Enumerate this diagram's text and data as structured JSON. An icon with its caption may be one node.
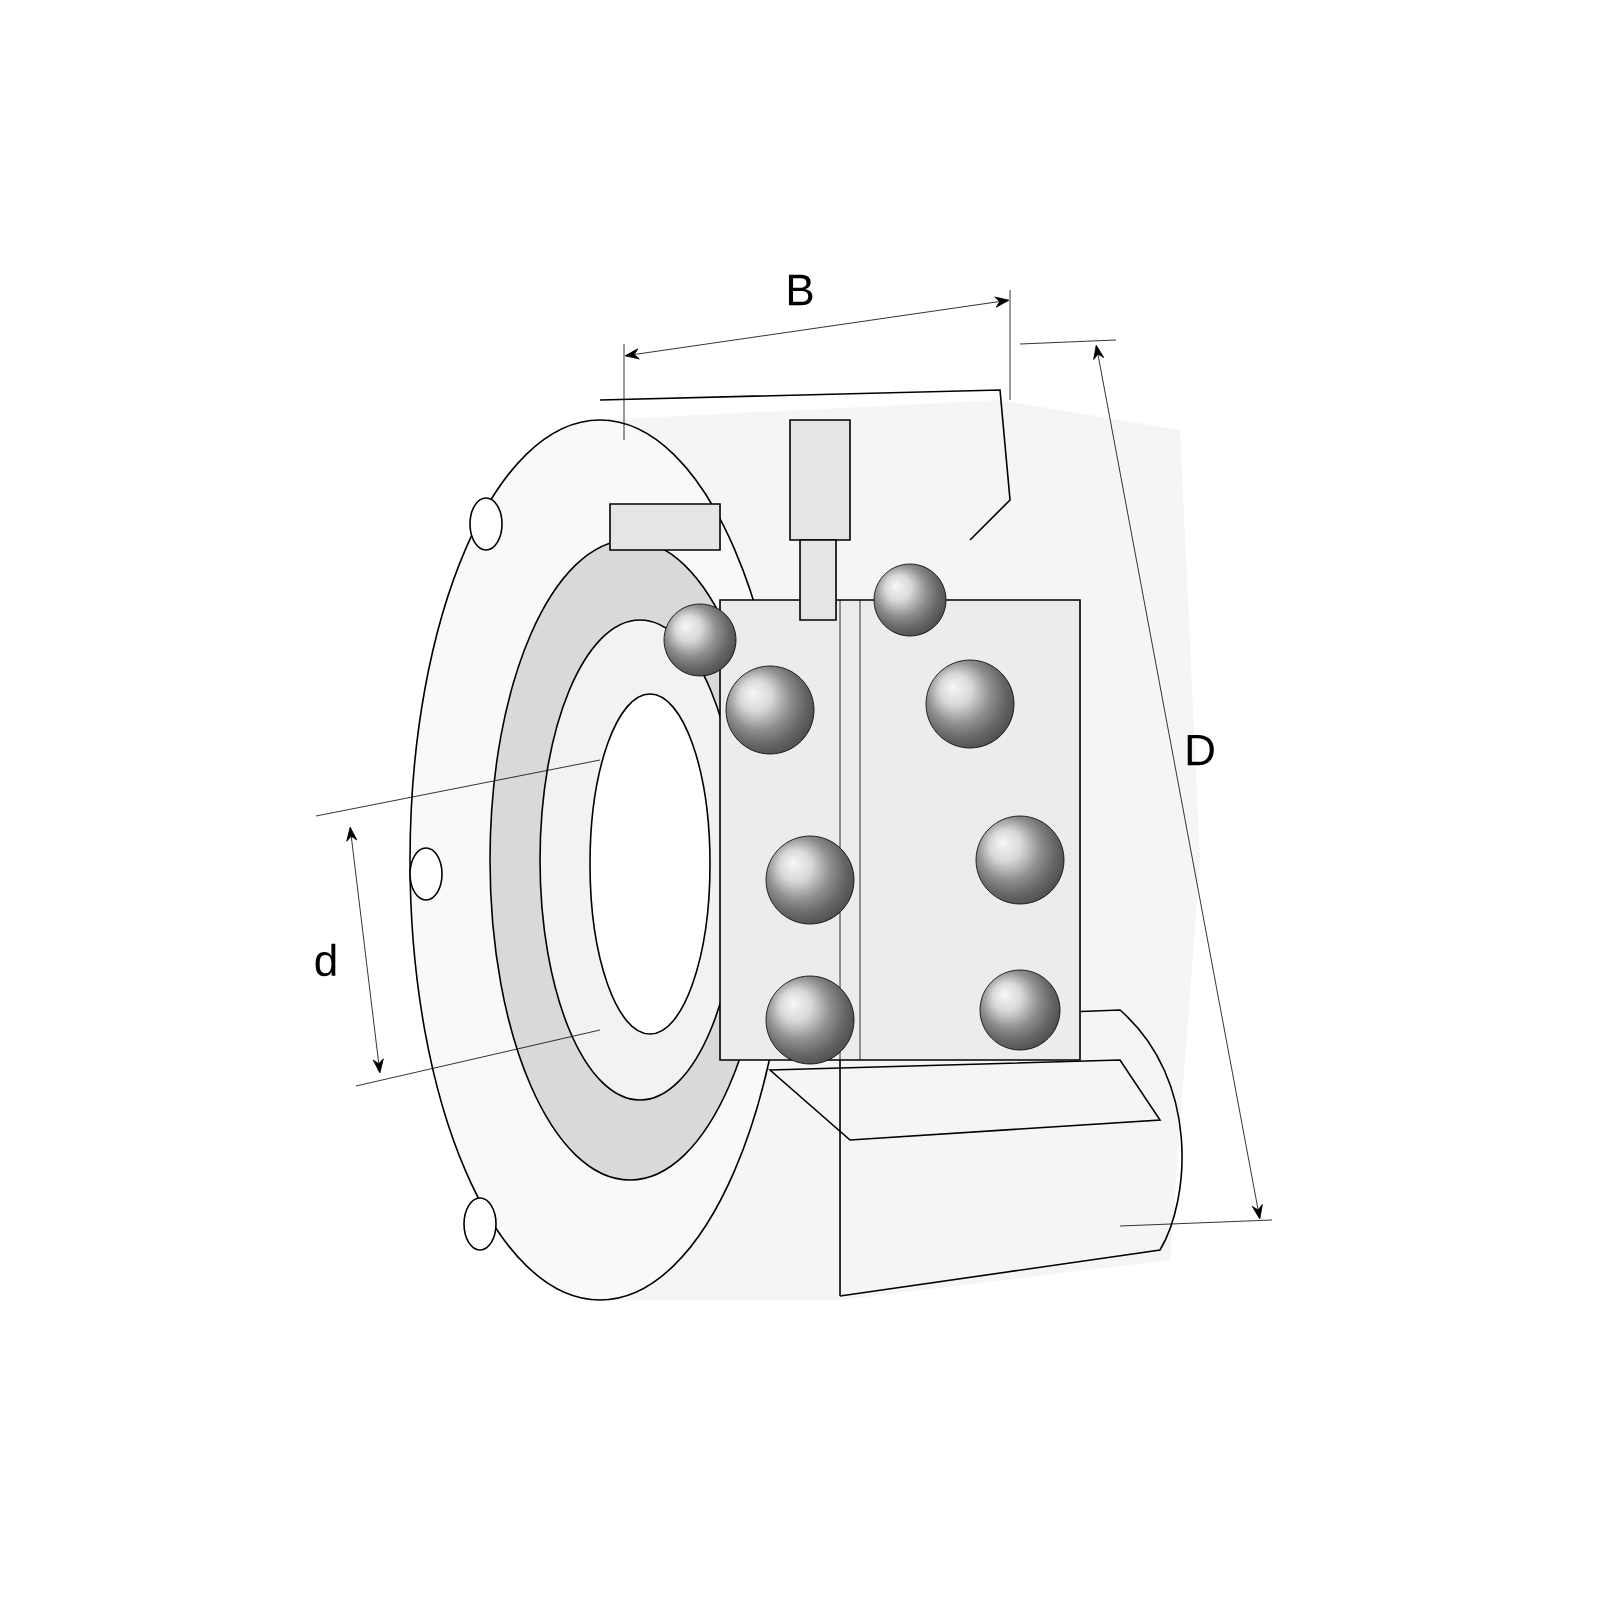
{
  "diagram": {
    "labels": [
      "B",
      "D",
      "d"
    ]
  }
}
